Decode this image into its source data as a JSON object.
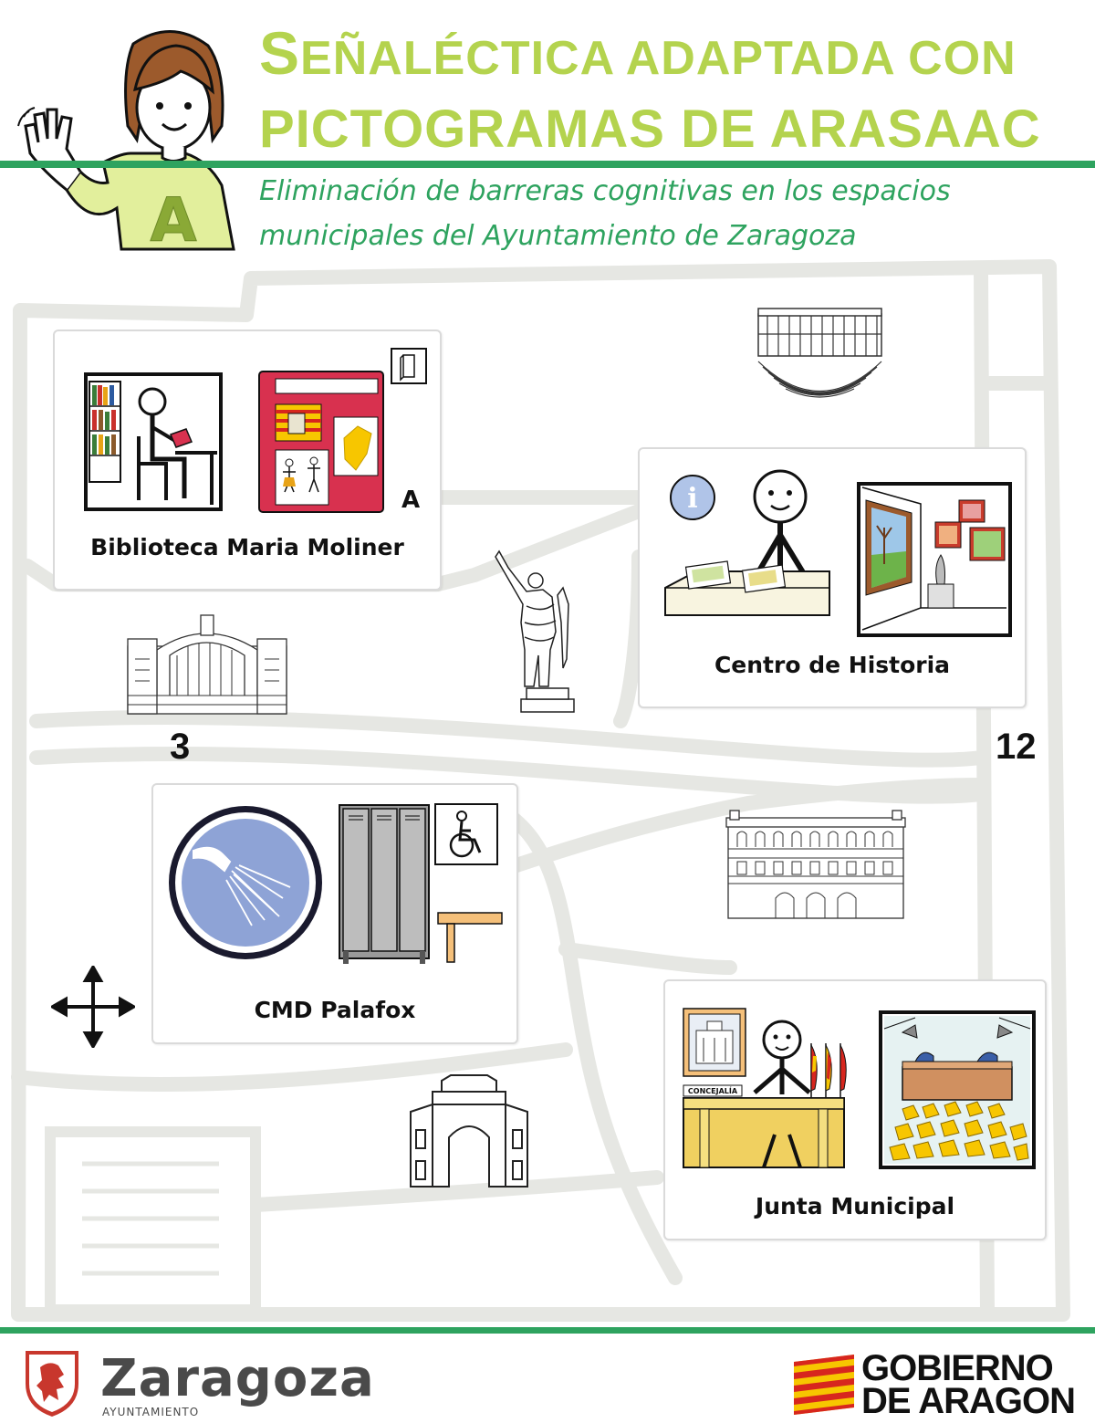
{
  "header": {
    "title_line1_cap": "S",
    "title_line1_rest": "EÑALÉCTICA ADAPTADA CON",
    "title_line2": "PICTOGRAMAS DE ARASAAC",
    "subtitle_line1": "Eliminación de barreras cognitivas en los espacios",
    "subtitle_line2": "municipales del Ayuntamiento de Zaragoza",
    "avatar_letter": "A"
  },
  "cards": {
    "biblioteca": {
      "label": "Biblioteca Maria Moliner",
      "corner_letter": "A"
    },
    "centro_historia": {
      "label": "Centro de Historia",
      "info_glyph": "i"
    },
    "cmd_palafox": {
      "label": "CMD Palafox"
    },
    "junta": {
      "label": "Junta Municipal",
      "sign_text": "CONCEJALÍA"
    }
  },
  "map": {
    "label_3": "3",
    "label_12": "12"
  },
  "footer": {
    "left_brand": "Zaragoza",
    "left_sub": "AYUNTAMIENTO",
    "right_line1": "GOBIERNO",
    "right_line2": "DE ARAGON"
  },
  "colors": {
    "title_green": "#b4d34e",
    "rule_green": "#2ea35f",
    "map_road": "#e6e7e3",
    "shower_blue": "#8ea3d6",
    "book_red": "#d8314f",
    "aragon_red": "#d7261e",
    "aragon_yellow": "#f7c600"
  }
}
